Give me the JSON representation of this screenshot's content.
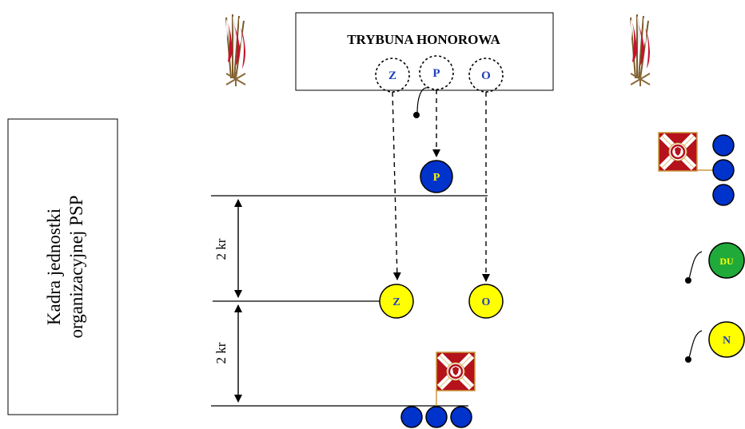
{
  "tribune": {
    "title": "TRYBUNA HONOROWA"
  },
  "left_panel": {
    "line1": "Kadra jednostki",
    "line2": "organizacyjnej PSP"
  },
  "markers": {
    "tribune_z": "Z",
    "tribune_p": "P",
    "tribune_o": "O",
    "p": "P",
    "z": "Z",
    "o": "O",
    "du": "DU",
    "n": "N"
  },
  "distances": {
    "upper": "2 kr",
    "lower": "2 kr"
  },
  "colors": {
    "blue": "#0033cc",
    "yellow": "#ffff00",
    "green": "#1faa3a",
    "flag_red": "#c8102e",
    "banner_red": "#b5121b",
    "stroke": "#000000",
    "letter_on_blue": "#ffff00",
    "letter_on_light": "#1f3fbf"
  }
}
